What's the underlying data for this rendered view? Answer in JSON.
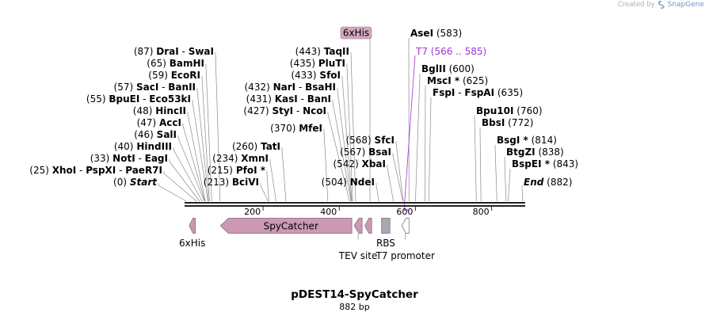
{
  "brand": {
    "prefix": "Created by",
    "name": "SnapGene"
  },
  "plasmid": {
    "name": "pDEST14-SpyCatcher",
    "length_label": "882 bp"
  },
  "map": {
    "bp_total": 882,
    "ticks": [
      {
        "bp": 200,
        "label": "200"
      },
      {
        "bp": 400,
        "label": "400"
      },
      {
        "bp": 600,
        "label": "600"
      },
      {
        "bp": 800,
        "label": "800"
      }
    ],
    "start_label": "Start",
    "start_pos": "(0)",
    "end_label": "End",
    "end_pos": "(882)"
  },
  "left_sites": [
    {
      "pos": "(87)",
      "names": [
        "DraI",
        "SwaI"
      ],
      "bp": 87
    },
    {
      "pos": "(65)",
      "names": [
        "BamHI"
      ],
      "bp": 65
    },
    {
      "pos": "(59)",
      "names": [
        "EcoRI"
      ],
      "bp": 59
    },
    {
      "pos": "(57)",
      "names": [
        "SacI",
        "BanII"
      ],
      "bp": 57
    },
    {
      "pos": "(55)",
      "names": [
        "BpuEI",
        "Eco53kI"
      ],
      "bp": 55
    },
    {
      "pos": "(48)",
      "names": [
        "HincII"
      ],
      "bp": 48
    },
    {
      "pos": "(47)",
      "names": [
        "AccI"
      ],
      "bp": 47
    },
    {
      "pos": "(46)",
      "names": [
        "SalI"
      ],
      "bp": 46
    },
    {
      "pos": "(40)",
      "names": [
        "HindIII"
      ],
      "bp": 40
    },
    {
      "pos": "(33)",
      "names": [
        "NotI",
        "EagI"
      ],
      "bp": 33
    },
    {
      "pos": "(25)",
      "names": [
        "XhoI",
        "PspXI",
        "PaeR7I"
      ],
      "bp": 25
    }
  ],
  "mid_sites": [
    {
      "pos": "(443)",
      "names": [
        "TaqII"
      ],
      "bp": 443
    },
    {
      "pos": "(435)",
      "names": [
        "PluTI"
      ],
      "bp": 435
    },
    {
      "pos": "(433)",
      "names": [
        "SfoI"
      ],
      "bp": 433
    },
    {
      "pos": "(432)",
      "names": [
        "NarI",
        "BsaHI"
      ],
      "bp": 432
    },
    {
      "pos": "(431)",
      "names": [
        "KasI",
        "BanI"
      ],
      "bp": 431
    },
    {
      "pos": "(427)",
      "names": [
        "StyI",
        "NcoI"
      ],
      "bp": 427
    },
    {
      "pos": "(370)",
      "names": [
        "MfeI"
      ],
      "bp": 370
    },
    {
      "pos": "(260)",
      "names": [
        "TatI"
      ],
      "bp": 260
    },
    {
      "pos": "(234)",
      "names": [
        "XmnI"
      ],
      "bp": 234
    },
    {
      "pos": "(215)",
      "names": [
        "PfoI *"
      ],
      "bp": 215
    },
    {
      "pos": "(213)",
      "names": [
        "BciVI"
      ],
      "bp": 213
    },
    {
      "pos": "(568)",
      "names": [
        "SfcI"
      ],
      "bp": 568
    },
    {
      "pos": "(567)",
      "names": [
        "BsaI"
      ],
      "bp": 567
    },
    {
      "pos": "(542)",
      "names": [
        "XbaI"
      ],
      "bp": 542
    },
    {
      "pos": "(504)",
      "names": [
        "NdeI"
      ],
      "bp": 504
    }
  ],
  "right_sites": [
    {
      "pos": "(583)",
      "names": [
        "AseI"
      ],
      "bp": 583
    },
    {
      "pos": "(600)",
      "names": [
        "BglII"
      ],
      "bp": 600
    },
    {
      "pos": "(625)",
      "names": [
        "MscI *"
      ],
      "bp": 625
    },
    {
      "pos": "(635)",
      "names": [
        "FspI",
        "FspAI"
      ],
      "bp": 635
    },
    {
      "pos": "(760)",
      "names": [
        "Bpu10I"
      ],
      "bp": 760
    },
    {
      "pos": "(772)",
      "names": [
        "BbsI"
      ],
      "bp": 772
    },
    {
      "pos": "(814)",
      "names": [
        "BsgI *"
      ],
      "bp": 814
    },
    {
      "pos": "(838)",
      "names": [
        "BtgZI"
      ],
      "bp": 838
    },
    {
      "pos": "(843)",
      "names": [
        "BspEI *"
      ],
      "bp": 843
    }
  ],
  "primer": {
    "name": "T7",
    "range": "(566 .. 585)",
    "color": "#a035d6"
  },
  "features_top": [
    {
      "name": "6xHis",
      "bp": 468,
      "fill": "#d3a9bf"
    }
  ],
  "features": [
    {
      "name": "6xHis",
      "start": 6,
      "end": 22,
      "direction": "reverse",
      "color": "#cc99b3",
      "label_below": "6xHis"
    },
    {
      "name": "SpyCatcher",
      "start": 88,
      "end": 433,
      "direction": "reverse",
      "color": "#cc99b3",
      "label_inside": "SpyCatcher"
    },
    {
      "name": "TEV site",
      "start": 439,
      "end": 460,
      "direction": "reverse",
      "color": "#cc99b3",
      "label_below": "TEV site"
    },
    {
      "name": "6xHis",
      "start": 467,
      "end": 485,
      "direction": "reverse",
      "color": "#cc99b3",
      "label_below": ""
    },
    {
      "name": "RBS",
      "start": 511,
      "end": 533,
      "direction": "none",
      "color": "#a6a9b3",
      "label_below": "RBS"
    },
    {
      "name": "T7 promoter",
      "start": 564,
      "end": 583,
      "direction": "reverse",
      "color": "#ffffff",
      "label_below": "T7 promoter"
    }
  ],
  "colors": {
    "feature": "#cc99b3",
    "rbs": "#a6a9b3",
    "backbone": "#222222",
    "primer": "#a035d6"
  }
}
